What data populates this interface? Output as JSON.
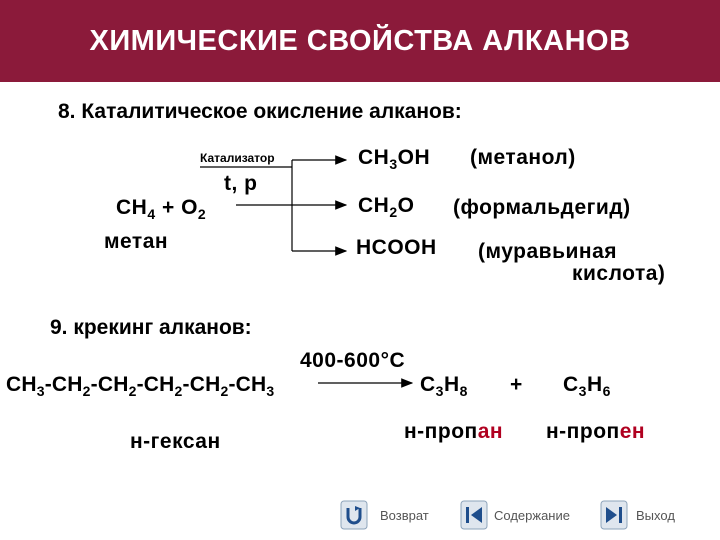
{
  "title": "ХИМИЧЕСКИЕ СВОЙСТВА АЛКАНОВ",
  "section8": {
    "heading": "8. Каталитическое окисление алканов:",
    "catalyst": "Катализатор",
    "conditions": "t, p",
    "reactant_ch": "CH",
    "reactant_ch_sub": "4",
    "reactant_plus_o": " + O",
    "reactant_o_sub": "2",
    "reactant_name": "метан",
    "products": [
      {
        "formula_a": "CH",
        "sub": "3",
        "formula_b": "OH",
        "name": "(метанол)"
      },
      {
        "formula_a": "CH",
        "sub": "2",
        "formula_b": "O",
        "name": "(формальдегид)"
      },
      {
        "formula_a": "HCOOH",
        "name_line1": "(муравьиная",
        "name_line2": "кислота)"
      }
    ]
  },
  "section9": {
    "heading": "9. крекинг алканов:",
    "conditions": "400-600°C",
    "hexane": {
      "parts": [
        "CH",
        "3",
        "-CH",
        "2",
        "-CH",
        "2",
        "-CH",
        "2",
        "-CH",
        "2",
        "-CH",
        "3"
      ],
      "name": "н-гексан"
    },
    "propane": {
      "a": "C",
      "a_sub": "3",
      "b": "H",
      "b_sub": "8",
      "name_a": "н-проп",
      "name_b": "ан"
    },
    "plus": "+",
    "propene": {
      "a": "C",
      "a_sub": "3",
      "b": "H",
      "b_sub": "6",
      "name_a": "н-проп",
      "name_b": "ен"
    }
  },
  "nav": {
    "back": "Возврат",
    "contents": "Содержание",
    "exit": "Выход"
  },
  "colors": {
    "header": "#8b1a3a",
    "name_suffix": "#b00020"
  }
}
